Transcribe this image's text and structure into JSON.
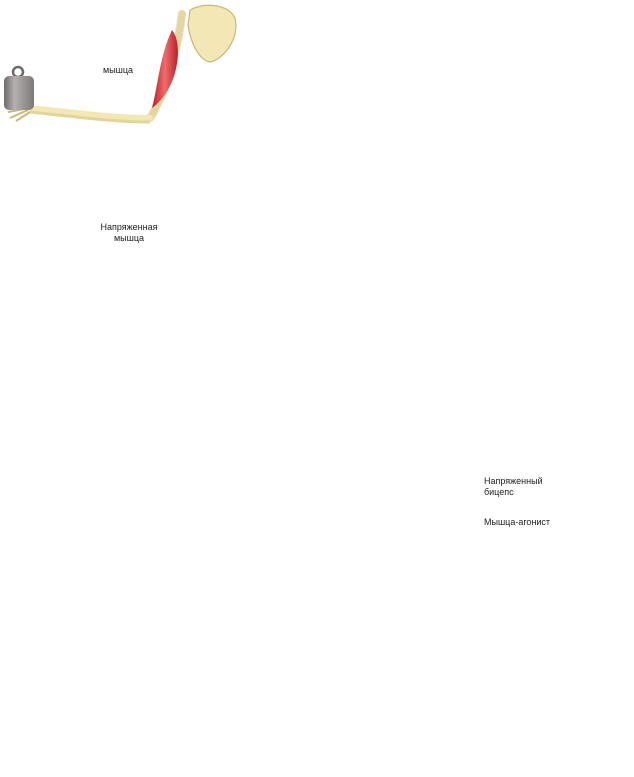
{
  "labels": {
    "muscle": "мышца",
    "tense_muscle_line1": "Напряженная",
    "tense_muscle_line2": "мышца",
    "tense_biceps_line1": "Напряженный",
    "tense_biceps_line2": "бицепс",
    "agonist": "Мышца-агонист"
  },
  "colors": {
    "bone": "#f3e7b5",
    "bone_outline": "#c9b877",
    "muscle": "#d9343b",
    "muscle_light": "#ef8a82",
    "weight": "#9e9a9a",
    "weight_dark": "#6e6a6a",
    "arrow_red": "#e0282d",
    "arrow_yellow": "#f5e23a",
    "skin_bg": "#f6e6dc",
    "gray_bone": "#e8e8ea"
  }
}
